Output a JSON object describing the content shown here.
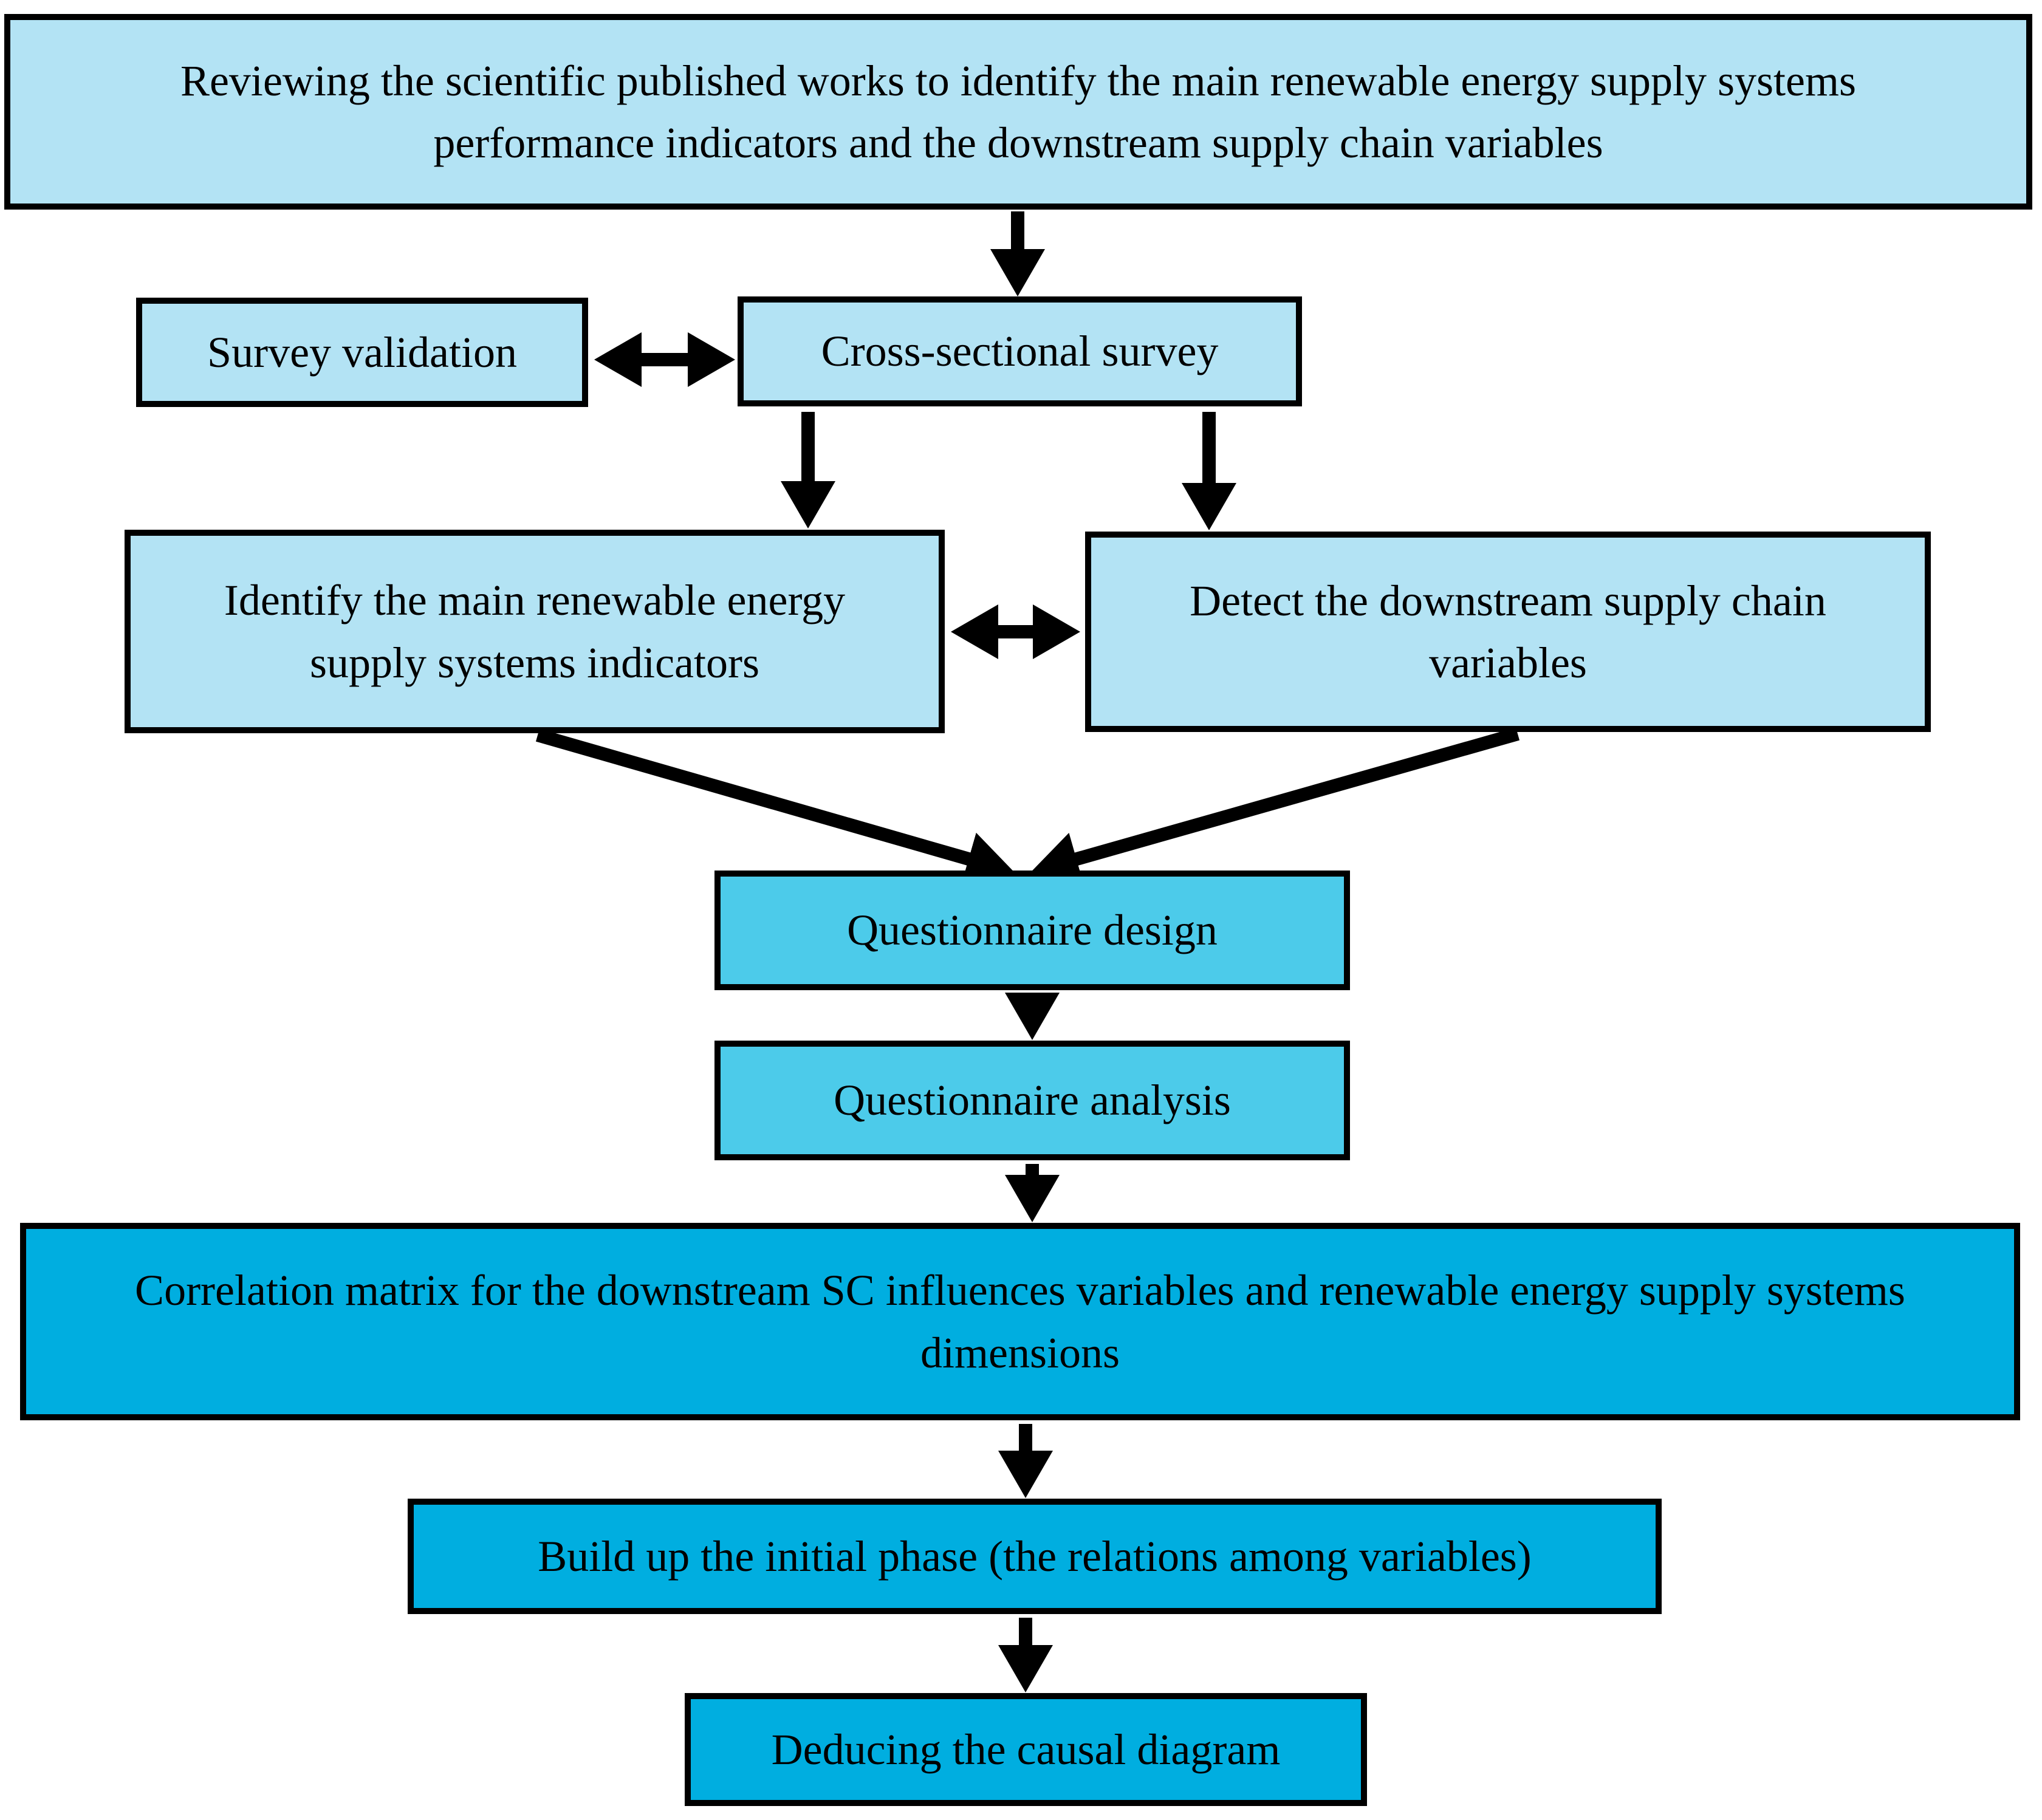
{
  "figure": {
    "type": "flowchart",
    "description": "Research methodology flow diagram"
  },
  "palette": {
    "light_blue": "#B3E3F4",
    "medium_cyan": "#4CCBEA",
    "deep_cyan": "#00AEE0",
    "border": "#000000",
    "arrow": "#000000",
    "background": "#FFFFFF"
  },
  "nodes": {
    "review": {
      "label": "Reviewing the scientific published works to identify the main renewable energy supply systems performance indicators and the downstream supply chain variables"
    },
    "survey_validation": {
      "label": "Survey validation"
    },
    "cross_sectional_survey": {
      "label": "Cross-sectional survey"
    },
    "identify_indicators": {
      "label": "Identify the main renewable energy supply systems indicators"
    },
    "detect_variables": {
      "label": "Detect the downstream supply chain variables"
    },
    "questionnaire_design": {
      "label": "Questionnaire design"
    },
    "questionnaire_analysis": {
      "label": "Questionnaire analysis"
    },
    "correlation_matrix": {
      "label": "Correlation matrix for the downstream SC influences variables and renewable energy supply systems dimensions"
    },
    "build_initial_phase": {
      "label": "Build up the initial phase (the relations among variables)"
    },
    "deduce_causal_diagram": {
      "label": "Deducing the causal diagram"
    }
  },
  "edges": [
    {
      "from": "review",
      "to": "cross_sectional_survey",
      "direction": "one-way"
    },
    {
      "from": "survey_validation",
      "to": "cross_sectional_survey",
      "direction": "two-way"
    },
    {
      "from": "cross_sectional_survey",
      "to": "identify_indicators",
      "direction": "one-way"
    },
    {
      "from": "cross_sectional_survey",
      "to": "detect_variables",
      "direction": "one-way"
    },
    {
      "from": "identify_indicators",
      "to": "detect_variables",
      "direction": "two-way"
    },
    {
      "from": "identify_indicators",
      "to": "questionnaire_design",
      "direction": "one-way"
    },
    {
      "from": "detect_variables",
      "to": "questionnaire_design",
      "direction": "one-way"
    },
    {
      "from": "questionnaire_design",
      "to": "questionnaire_analysis",
      "direction": "one-way"
    },
    {
      "from": "questionnaire_analysis",
      "to": "correlation_matrix",
      "direction": "one-way"
    },
    {
      "from": "correlation_matrix",
      "to": "build_initial_phase",
      "direction": "one-way"
    },
    {
      "from": "build_initial_phase",
      "to": "deduce_causal_diagram",
      "direction": "one-way"
    }
  ]
}
